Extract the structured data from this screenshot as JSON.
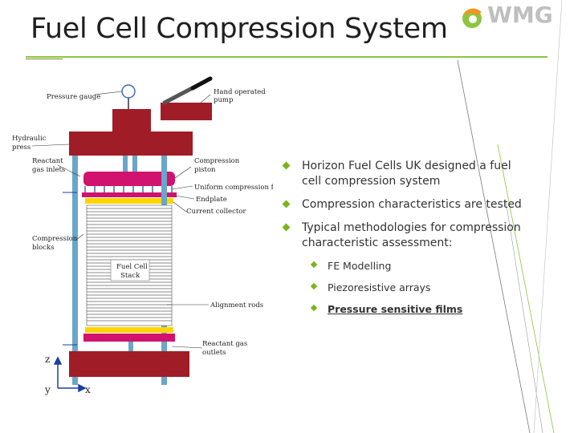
{
  "title": "Fuel Cell Compression System",
  "logo": {
    "text": "WMG"
  },
  "diagram": {
    "labels": {
      "pressure_gauge": "Pressure gauge",
      "hand_pump_1": "Hand operated",
      "hand_pump_2": "pump",
      "hydraulic_press_1": "Hydraulic",
      "hydraulic_press_2": "press",
      "reactant_inlets_1": "Reactant",
      "reactant_inlets_2": "gas inlets",
      "compression_piston_1": "Compression",
      "compression_piston_2": "piston",
      "uniform_force": "Uniform compression force",
      "endplate": "Endplate",
      "current_collector": "Current collector",
      "compression_blocks_1": "Compression",
      "compression_blocks_2": "blocks",
      "fuel_cell_stack_1": "Fuel Cell",
      "fuel_cell_stack_2": "Stack",
      "alignment_rods": "Alignment rods",
      "reactant_outlets_1": "Reactant gas",
      "reactant_outlets_2": "outlets"
    },
    "axes": {
      "z": "z",
      "y": "y",
      "x": "x"
    }
  },
  "bullets": [
    {
      "text": "Horizon Fuel Cells UK designed a fuel cell compression system"
    },
    {
      "text": "Compression characteristics are tested"
    },
    {
      "text": "Typical methodologies for compression characteristic assessment:"
    }
  ],
  "sub_bullets": [
    {
      "text": "FE Modelling"
    },
    {
      "text": "Piezoresistive arrays"
    },
    {
      "text": "Pressure sensitive films"
    }
  ],
  "colors": {
    "accent": "#7ab51d",
    "press": "#a01c26",
    "piston": "#d1126e",
    "rods": "#6aa6c8",
    "plates": "#ffd400",
    "logo_orange": "#f7941d"
  }
}
